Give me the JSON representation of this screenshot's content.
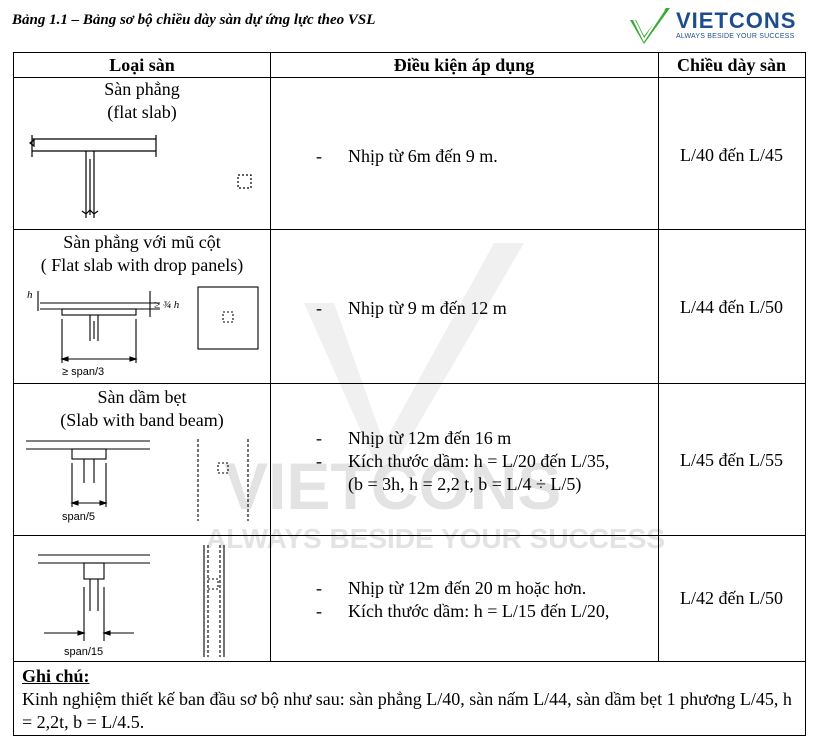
{
  "caption": "Bảng 1.1 – Bảng sơ bộ chiều dày sàn dự ứng lực theo VSL",
  "logo": {
    "name": "VIETCONS",
    "tagline": "ALWAYS BESIDE YOUR SUCCESS",
    "color": "#1e4d8c",
    "check_color": "#3aa935"
  },
  "watermark": {
    "name": "VIETCONS",
    "tagline": "ALWAYS BESIDE YOUR SUCCESS"
  },
  "headers": {
    "type": "Loại sàn",
    "condition": "Điều kiện áp dụng",
    "thickness": "Chiều dày sàn"
  },
  "rows": [
    {
      "title": "Sàn phẳng",
      "subtitle": "(flat slab)",
      "conditions": [
        "Nhịp từ 6m đến 9 m."
      ],
      "thickness": "L/40 đến L/45"
    },
    {
      "title": "Sàn phẳng với mũ cột",
      "subtitle": "( Flat slab with drop panels)",
      "conditions": [
        "Nhịp từ 9 m đến 12 m"
      ],
      "thickness": "L/44 đến L/50",
      "labels": {
        "h": "h",
        "ratio": "≥ ¾ h",
        "span": "≥ span/3"
      }
    },
    {
      "title": "Sàn dầm bẹt",
      "subtitle": "(Slab with band beam)",
      "conditions": [
        "Nhịp từ 12m đến 16 m",
        "Kích thước dầm: h = L/20 đến L/35,",
        "(b = 3h, h = 2,2 t, b = L/4 ÷ L/5)"
      ],
      "thickness": "L/45 đến L/55",
      "labels": {
        "span": "span/5"
      }
    },
    {
      "title": "",
      "subtitle": "",
      "conditions": [
        "Nhịp từ 12m đến 20 m hoặc hơn.",
        "Kích thước dầm: h = L/15 đến L/20,"
      ],
      "thickness": "L/42 đến L/50",
      "labels": {
        "span": "span/15"
      }
    }
  ],
  "note": {
    "title": "Ghi chú:",
    "text": "Kinh nghiệm thiết kế ban đầu sơ bộ như sau: sàn phẳng L/40, sàn nấm L/44, sàn dầm bẹt 1 phương L/45, h = 2,2t, b = L/4.5."
  }
}
